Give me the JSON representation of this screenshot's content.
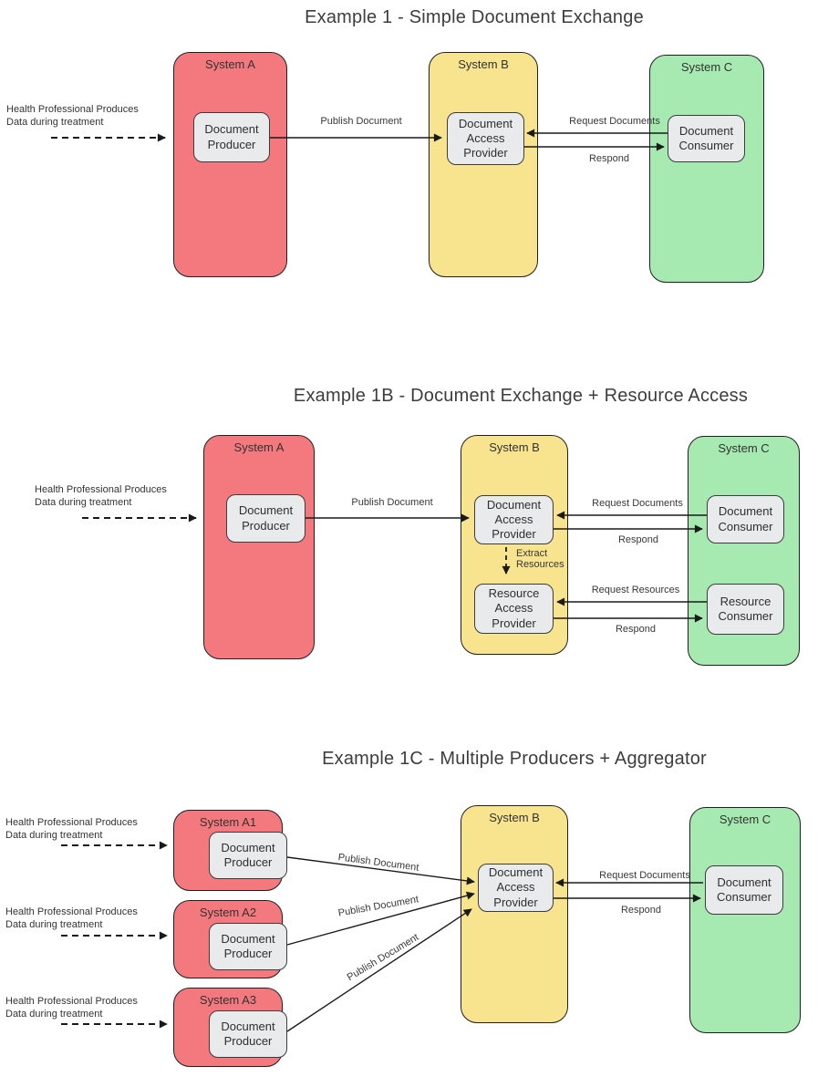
{
  "ex1": {
    "title": "Example 1 - Simple Document Exchange",
    "note": "Health Professional Produces\nData during treatment",
    "systems": {
      "a": "System A",
      "b": "System B",
      "c": "System C"
    },
    "nodes": {
      "producer": "Document\nProducer",
      "provider": "Document\nAccess\nProvider",
      "consumer": "Document\nConsumer"
    },
    "edges": {
      "publish": "Publish Document",
      "request": "Request Documents",
      "respond": "Respond"
    }
  },
  "ex2": {
    "title": "Example 1B - Document Exchange + Resource Access",
    "note": "Health Professional Produces\nData during treatment",
    "systems": {
      "a": "System A",
      "b": "System B",
      "c": "System C"
    },
    "nodes": {
      "producer": "Document\nProducer",
      "provider": "Document\nAccess\nProvider",
      "resProvider": "Resource\nAccess\nProvider",
      "consumer": "Document\nConsumer",
      "resConsumer": "Resource\nConsumer"
    },
    "edges": {
      "publish": "Publish Document",
      "request": "Request Documents",
      "respond": "Respond",
      "extract": "Extract\nResources",
      "requestRes": "Request Resources",
      "respondRes": "Respond"
    }
  },
  "ex3": {
    "title": "Example 1C - Multiple Producers + Aggregator",
    "notes": {
      "n1": "Health Professional Produces\nData during treatment",
      "n2": "Health Professional Produces\nData during treatment",
      "n3": "Health Professional Produces\nData during treatment"
    },
    "systems": {
      "a1": "System A1",
      "a2": "System A2",
      "a3": "System A3",
      "b": "System B",
      "c": "System C"
    },
    "nodes": {
      "producer1": "Document\nProducer",
      "producer2": "Document\nProducer",
      "producer3": "Document\nProducer",
      "provider": "Document\nAccess\nProvider",
      "consumer": "Document\nConsumer"
    },
    "edges": {
      "publish1": "Publish Document",
      "publish2": "Publish Document",
      "publish3": "Publish Document",
      "request": "Request Documents",
      "respond": "Respond"
    }
  },
  "colors": {
    "system_red": "#f4797e",
    "system_yellow": "#f8e38e",
    "system_green": "#a6eab2",
    "node_gray": "#e9eaec",
    "line": "#1a1a1a"
  }
}
